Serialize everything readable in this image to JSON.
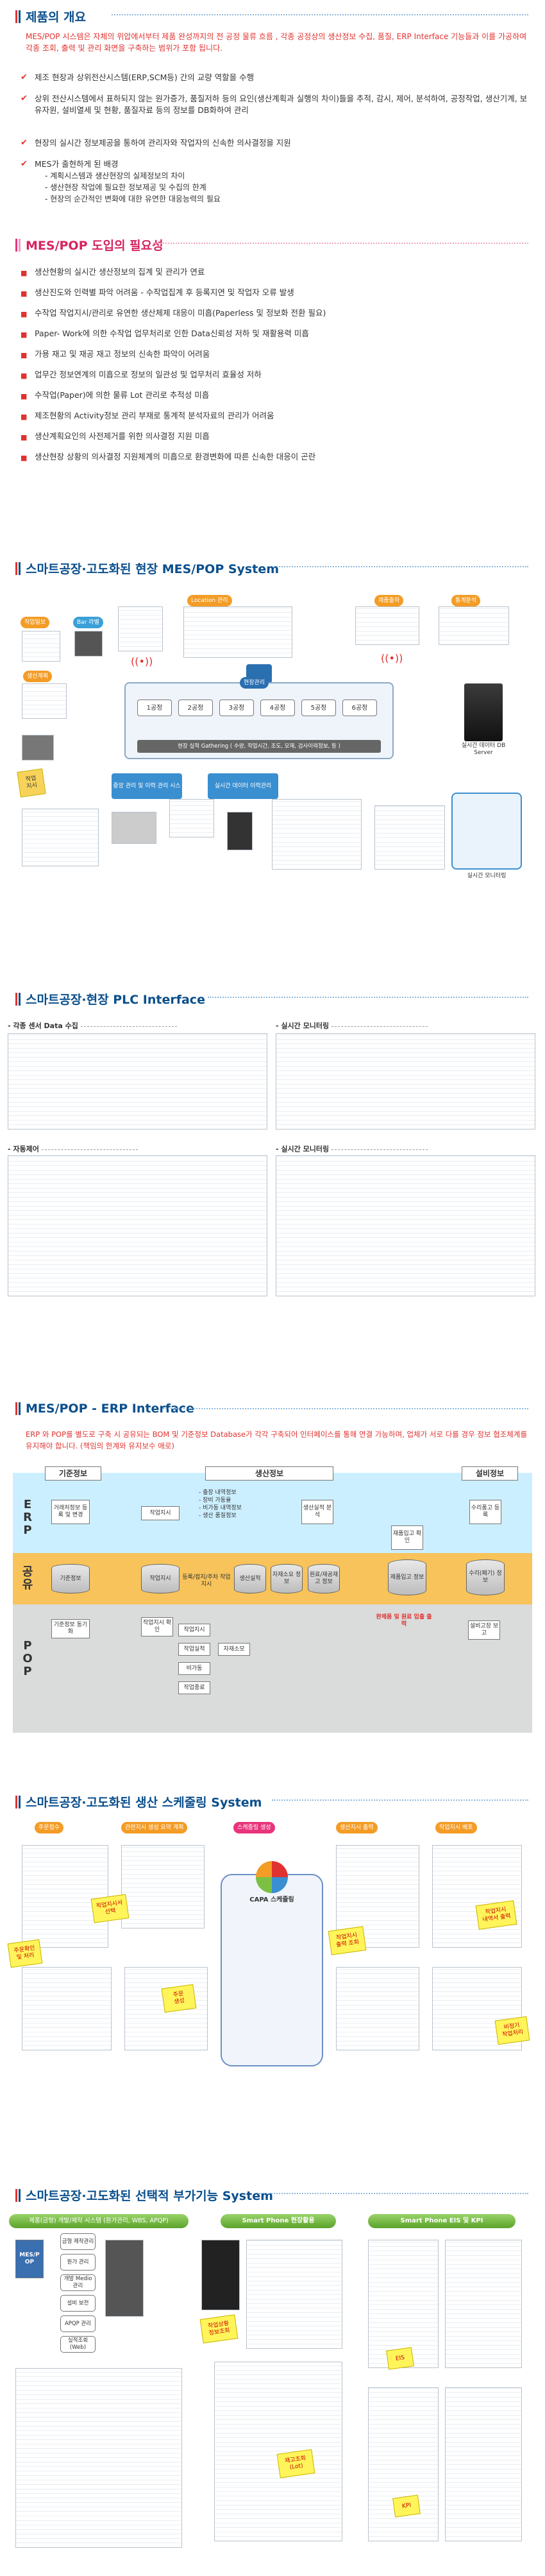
{
  "colors": {
    "navy": "#0a4f8c",
    "red": "#e0322f",
    "orange": "#f39c26",
    "pink": "#e8347b"
  },
  "sections": {
    "overview": {
      "title": "제품의 개요",
      "intro": "MES/POP 시스템은 자체의 위압에서부터 제품 완성까지의 전 공정 물류 흐름 , 각종 공정상의 생산정보 수집, 품질, ERP Interface 기능들과 이를 가공하여 각종 조회, 출력 및 관리 화면을 구축하는 범위가 포함 됩니다.",
      "bullets": [
        "제조 현장과 상위전산시스템(ERP,SCM등) 간의 교량 역할을 수행",
        "상위 전산시스템에서 표하되지 않는 원가증가, 품질저하 등의 요인(생산계획과 실행의 차이)들을 추적, 감시, 제어, 분석하여, 공정작업, 생산기계, 보유자원, 설비열세 및 현황, 품질자료 등의 정보를 DB화하여 관리",
        "현장의 실시간 정보제공을 통하여 관리자와 작업자의 신속한 의사결정을 지원",
        "MES가 출현하게 된 배경"
      ],
      "sub_bullets": [
        "- 계획시스템과 생산현장의 실제정보의 차이",
        "- 생산현장 작업에 필요한 정보제공 및 수집의 한계",
        "- 현장의 순간적인 변화에 대한 유연한 대응능력의 필요"
      ]
    },
    "necessity": {
      "title": "MES/POP 도입의 필요성",
      "items": [
        "생산현황의 실시간 생산정보의 집계 및 관리가 연료",
        "생산진도와 인력별 파악 어려움 - 수작업집계 후 등록지연 및 작업자 오류 발생",
        "수작업 작업지시/관리로 유연한 생산체제 대응이 미흡(Paperless 및 정보화 전환 필요)",
        "Paper- Work에 의한 수작업 업무처리로 인한 Data신뢰성 저하 및 재활용력 미흡",
        "가용 재고 및 재공 재고 정보의 신속한 파악이 어려움",
        "업무간 정보연계의 미흡으로 정보의 일관성 및 업무처리 효율성 저하",
        "수작업(Paper)에 의한 물류 Lot 관리로 추적성 미흡",
        "제조현황의 Activity정보 관리 부재로 통계적 분석자료의 관리가 어려움",
        "생산계획요인의 사전제거를 위한 의사결정 지원 미흡",
        "생산현장 상황의 의사결정 지원체계의 미흡으로 환경변화에 따른 신속한 대응이 곤란"
      ]
    },
    "smart_mes": {
      "title": "스마트공장·고도화된 현장 MES/POP System",
      "labels": [
        "작업일보",
        "Bar 라벨",
        "Location 관리",
        "제품출하",
        "통계분석",
        "생산계획",
        "현장관리",
        "1공정",
        "2공정",
        "3공정",
        "4공정",
        "5공정",
        "6공정",
        "현장 실적 Gathering ( 수량, 작업시간, 조도, 모재, 검사이력정보, 등 )",
        "실시간 데이터 DB Server",
        "중앙 관리 및 이력 관리 시스템",
        "실시간 데이터 이력관리",
        "실시간 모니터링"
      ]
    },
    "plc": {
      "title": "스마트공장·현장 PLC Interface",
      "panels": [
        "- 각종 센서 Data 수집",
        "- 실시간 모니터링",
        "- 자동제어",
        "- 실시간 모니터링"
      ]
    },
    "erp": {
      "title": "MES/POP - ERP Interface",
      "intro": "ERP 와 POP를 별도로 구축 시 공유되는 BOM 및 기준정보 Database가 각각 구축되어 인터페이스를 통해 연결 가능하며, 업체가 서로 다를 경우 정보 협조체계를 유지해야 합니다. (책임의 한계와 유지보수 애로)",
      "rows": [
        "E R P",
        "공 유",
        "P O P"
      ],
      "headers": [
        "기준정보",
        "생산정보",
        "설비정보"
      ],
      "erp_cells": [
        "거래처정보 등록 및 변경",
        "작업지시",
        "생산실적 분석",
        "재품입고 확인",
        "수리품고 등록"
      ],
      "erp_list": [
        "- 출장 내역정보",
        "- 장비 가동율",
        "- 비가동 내역정보",
        "- 생산 품질정보"
      ],
      "share_cells": [
        "기준정보",
        "작업지시",
        "생산실적",
        "자재소요 정보",
        "원료/재공재고 정보",
        "제품입고 정보",
        "수리(폐기) 정보"
      ],
      "share_text": "등록/접지/주차 작업지시",
      "pop_cells": [
        "기준정보 동기화",
        "작업지시 확인",
        "작업지시",
        "작업실적",
        "자재소모",
        "비가동",
        "작업종료",
        "설비고장 보고"
      ],
      "pop_red": "완제품 및 원료 입출 출력"
    },
    "schedule": {
      "title": "스마트공장·고도화된 생산 스케줄링 System",
      "steps": [
        "주문접수",
        "관련지시 생성 요약 계획",
        "스케줄링 생성",
        "생산지시 출력",
        "작업지시 배포"
      ],
      "notes": [
        "주문확인\n및 처리",
        "작업지시서\n선택",
        "주문\n생성",
        "작업지시\n출력 조회",
        "작업지시\n내역서 출력",
        "비정기\n작업처리"
      ],
      "center": "CAPA 스케줄링"
    },
    "addon": {
      "title": "스마트공장·고도화된 선택적 부가기능 System",
      "heads": [
        "제품(금형) 개발/제작 시스템 (원가관리, WBS, APQP)",
        "Smart Phone 현장활용",
        "Smart Phone EIS 및 KPI"
      ],
      "nodes": [
        "MES/P OP",
        "금형 제작관리",
        "원가 관리",
        "개발 Medio 관리",
        "설비 보전",
        "APQP 관리",
        "실적조회 (Web)"
      ],
      "notes": [
        "작업상황\n정보조회",
        "재고조회\n(Lot)",
        "EIS",
        "KPI"
      ]
    }
  }
}
